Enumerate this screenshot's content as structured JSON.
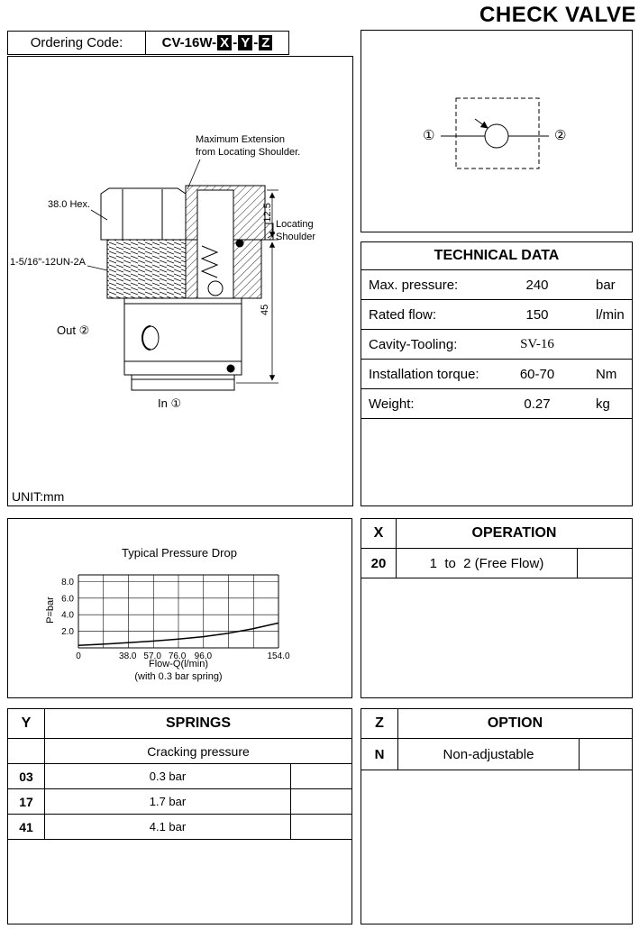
{
  "page": {
    "title": "CHECK VALVE"
  },
  "ordering": {
    "label": "Ordering Code:",
    "prefix": "CV-16W-",
    "x": "X",
    "sep1": "-",
    "y": "Y",
    "sep2": "-",
    "z": "Z"
  },
  "drawing": {
    "max_extension_line1": "Maximum Extension",
    "max_extension_line2": "from Locating Shoulder.",
    "hex_label": "38.0 Hex.",
    "thread_label": "1-5/16\"-12UN-2A",
    "out_label": "Out ②",
    "in_label": "In ①",
    "dim_small": "12.5",
    "dim_large": "45",
    "locating_line1": "Locating",
    "locating_line2": "Shoulder",
    "unit": "UNIT:mm"
  },
  "symbol": {
    "port1": "①",
    "port2": "②"
  },
  "technical_data": {
    "title": "TECHNICAL DATA",
    "rows": [
      {
        "label": "Max. pressure:",
        "value": "240",
        "unit": "bar"
      },
      {
        "label": "Rated flow:",
        "value": "150",
        "unit": "l/min"
      },
      {
        "label": "Cavity-Tooling:",
        "value": "SV-16",
        "unit": ""
      },
      {
        "label": "Installation torque:",
        "value": "60-70",
        "unit": "Nm"
      },
      {
        "label": "Weight:",
        "value": "0.27",
        "unit": "kg"
      }
    ]
  },
  "operation": {
    "col_code": "X",
    "title": "OPERATION",
    "rows": [
      {
        "code": "20",
        "desc": "1  to  2 (Free Flow)"
      }
    ]
  },
  "springs": {
    "col_code": "Y",
    "title": "SPRINGS",
    "subtitle": "Cracking pressure",
    "rows": [
      {
        "code": "03",
        "desc": "0.3 bar"
      },
      {
        "code": "17",
        "desc": "1.7 bar"
      },
      {
        "code": "41",
        "desc": "4.1 bar"
      }
    ]
  },
  "option": {
    "col_code": "Z",
    "title": "OPTION",
    "rows": [
      {
        "code": "N",
        "desc": "Non-adjustable"
      }
    ]
  },
  "chart_data": {
    "type": "line",
    "title": "Typical Pressure Drop",
    "xlabel": "Flow-Q(l/min)",
    "xlabel2": "(with 0.3 bar spring)",
    "ylabel": "P=bar",
    "x": [
      0,
      19,
      38,
      57,
      76,
      96,
      115,
      134,
      154
    ],
    "values": [
      0.3,
      0.45,
      0.62,
      0.82,
      1.05,
      1.35,
      1.75,
      2.3,
      3.0
    ],
    "xlim": [
      0,
      154
    ],
    "ylim": [
      0,
      8.8
    ],
    "x_tick_values": [
      0,
      38,
      57,
      76,
      96,
      154
    ],
    "x_tick_labels": [
      "0",
      "38.0",
      "57.0",
      "76.0",
      "96.0",
      "154.0"
    ],
    "y_ticks": [
      2.0,
      4.0,
      6.0,
      8.0
    ],
    "grid": true,
    "legend": "none"
  }
}
